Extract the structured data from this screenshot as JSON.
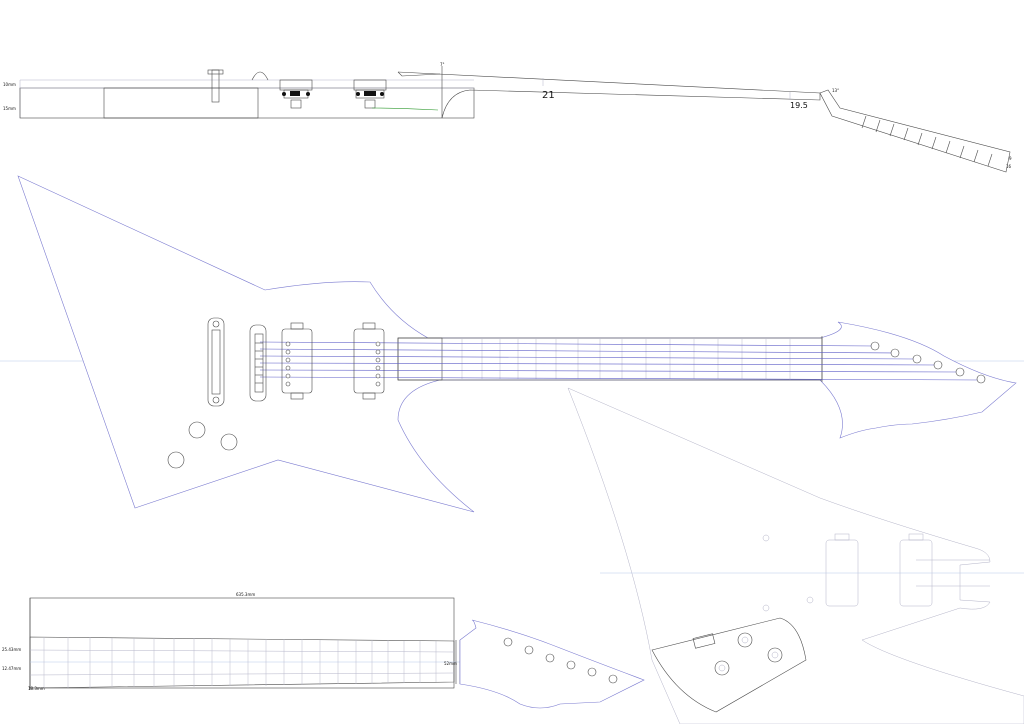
{
  "side_view": {
    "label_top": "10mm",
    "label_bottom": "15mm",
    "angle_label": "7°",
    "fret_label": "21",
    "headstock_label": "19.5",
    "head_angle_label": "13°",
    "tip_label_a": "9",
    "tip_label_b": "16"
  },
  "neck_plan": {
    "length_label": "635.3mm",
    "width_label_1": "25.43mm",
    "width_label_2": "12.47mm",
    "bottom_label": "18.3mm",
    "heel_label": "52mm"
  },
  "colors": {
    "outline": "#7b7bd0",
    "ink": "#4a4a4a",
    "strings": "#5f5fc8",
    "green": "#2f9a2f"
  }
}
